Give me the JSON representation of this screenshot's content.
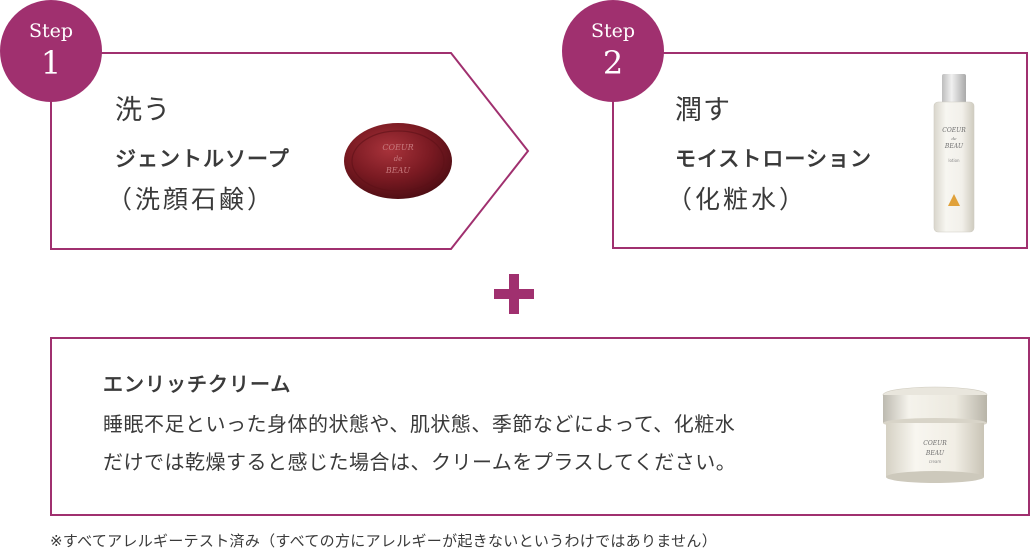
{
  "step1": {
    "step_label": "Step",
    "step_number": "1",
    "title": "洗う",
    "product_name": "ジェントルソープ",
    "product_type": "（洗顔石鹸）",
    "soap_brand_line1": "COEUR",
    "soap_brand_line2": "de",
    "soap_brand_line3": "BEAU"
  },
  "step2": {
    "step_label": "Step",
    "step_number": "2",
    "title": "潤す",
    "product_name": "モイストローション",
    "product_type": "（化粧水）",
    "bottle_brand_line1": "COEUR",
    "bottle_brand_line2": "de",
    "bottle_brand_line3": "BEAU",
    "bottle_label": "lotion"
  },
  "cream": {
    "title": "エンリッチクリーム",
    "desc_line1": "睡眠不足といった身体的状態や、肌状態、季節などによって、化粧水",
    "desc_line2": "だけでは乾燥すると感じた場合は、クリームをプラスしてください。",
    "jar_brand_line1": "COEUR",
    "jar_brand_line2": "BEAU",
    "jar_label": "cream"
  },
  "footnote": "※すべてアレルギーテスト済み（すべての方にアレルギーが起きないというわけではありません）",
  "colors": {
    "accent": "#a0306f",
    "text": "#3a3a3a"
  }
}
